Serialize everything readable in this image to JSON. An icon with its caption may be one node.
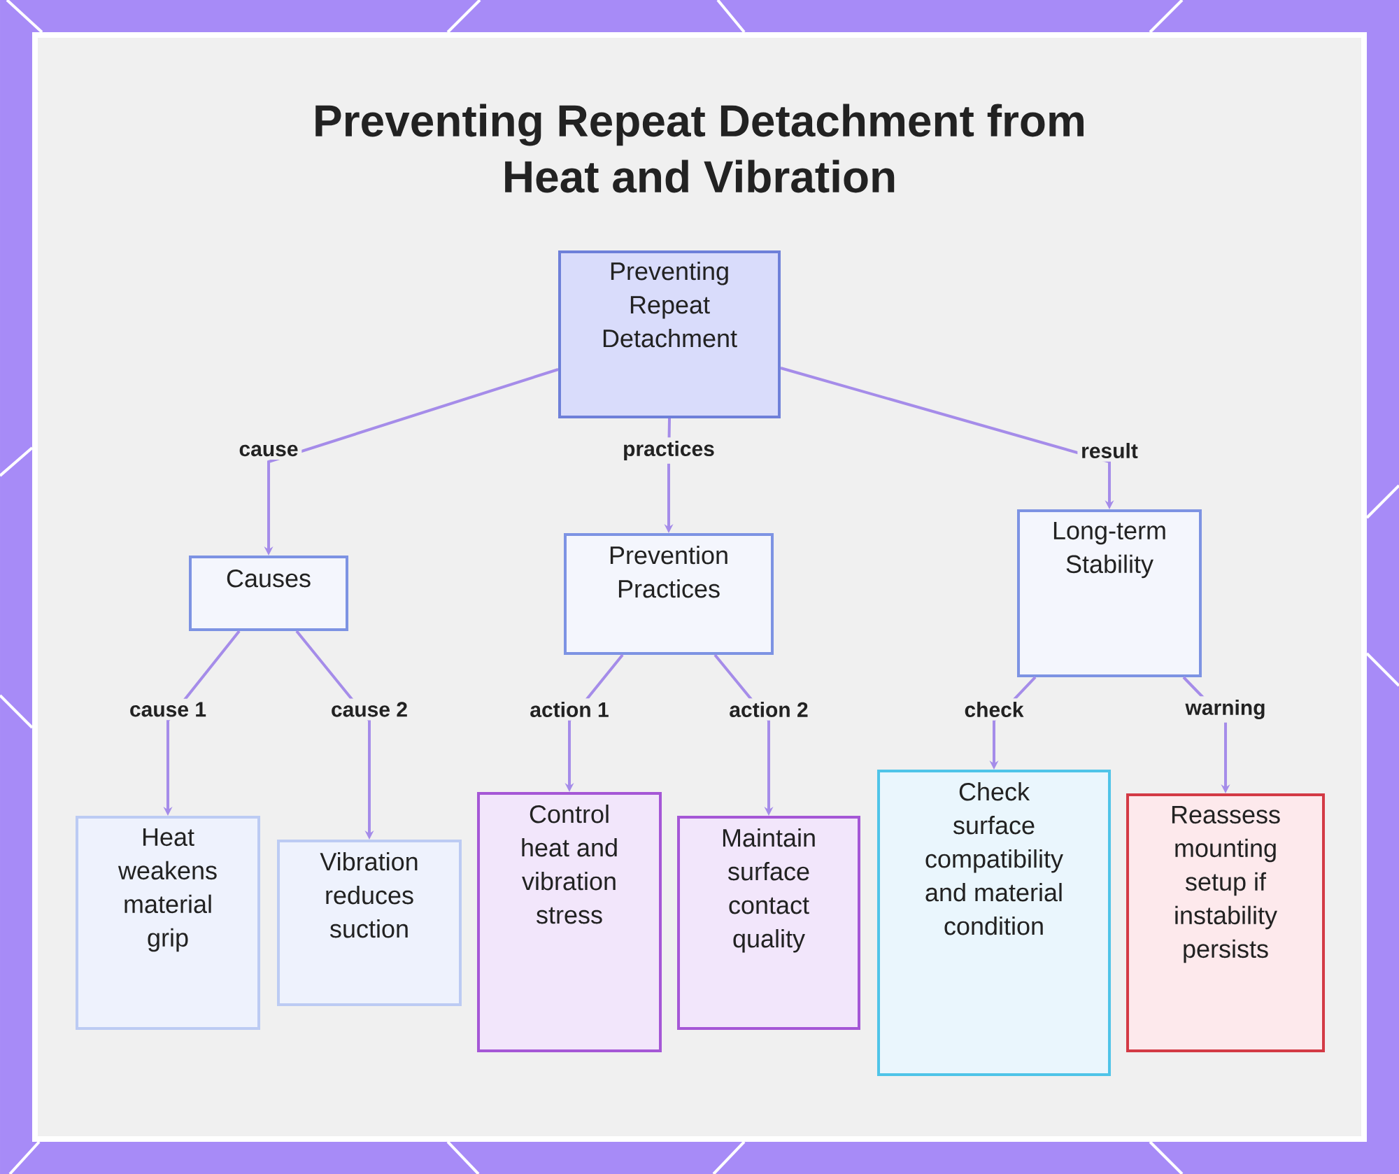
{
  "diagram": {
    "title": "Preventing Repeat Detachment from Heat and Vibration",
    "nodes": [
      {
        "text": [
          "Preventing Repeat Detachment"
        ]
      },
      {
        "text": [
          "Causes"
        ]
      },
      {
        "text": [
          "Prevention Practices"
        ]
      },
      {
        "text": [
          "Long-term Stability"
        ]
      },
      {
        "text": [
          "Heat weakens material grip"
        ]
      },
      {
        "text": [
          "Vibration reduces suction"
        ]
      },
      {
        "text": [
          "Control heat and vibration stress"
        ]
      },
      {
        "text": [
          "Maintain surface contact quality"
        ]
      },
      {
        "text": [
          "Check surface compatibility and material condition"
        ]
      },
      {
        "text": [
          "Reassess mounting setup if instability persists"
        ]
      }
    ],
    "edges": [
      {
        "from": 0,
        "to": 1,
        "arrow": "to",
        "label": "cause"
      },
      {
        "from": 0,
        "to": 2,
        "arrow": "to",
        "label": "practices"
      },
      {
        "from": 0,
        "to": 3,
        "arrow": "to",
        "label": "result"
      },
      {
        "from": 1,
        "to": 4,
        "arrow": "to",
        "label": "cause 1"
      },
      {
        "from": 1,
        "to": 5,
        "arrow": "to",
        "label": "cause 2"
      },
      {
        "from": 2,
        "to": 6,
        "arrow": "to",
        "label": "action 1"
      },
      {
        "from": 2,
        "to": 7,
        "arrow": "to",
        "label": "action 2"
      },
      {
        "from": 3,
        "to": 8,
        "arrow": "to",
        "label": "check"
      },
      {
        "from": 3,
        "to": 9,
        "arrow": "to",
        "label": "warning"
      }
    ]
  }
}
